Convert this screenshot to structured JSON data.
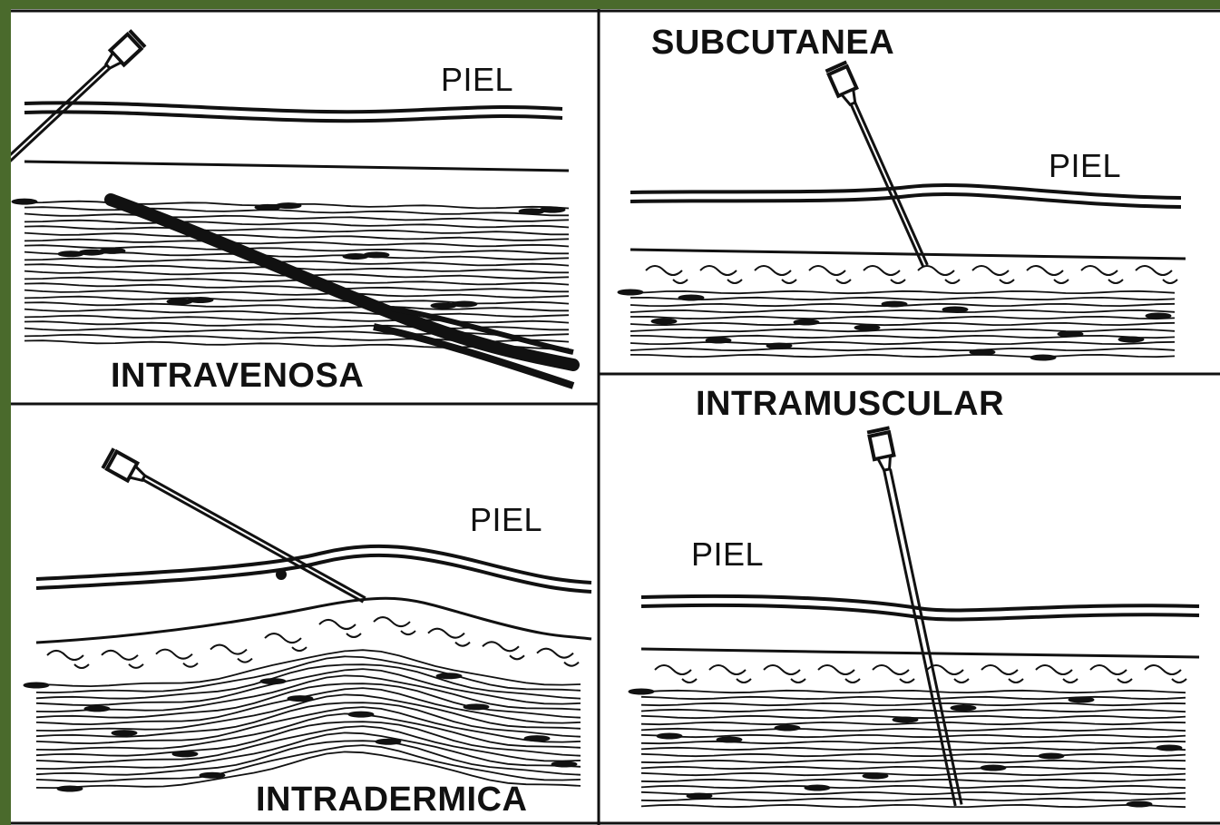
{
  "panels": {
    "intravenosa": {
      "title": "INTRAVENOSA",
      "skin_label": "PIEL"
    },
    "subcutanea": {
      "title": "SUBCUTANEA",
      "skin_label": "PIEL"
    },
    "intradermica": {
      "title": "INTRADERMICA",
      "skin_label": "PIEL"
    },
    "intramuscular": {
      "title": "INTRAMUSCULAR",
      "skin_label": "PIEL"
    }
  },
  "colors": {
    "frame": "#4a6a2c",
    "ink": "#111111",
    "paper": "#ffffff"
  }
}
